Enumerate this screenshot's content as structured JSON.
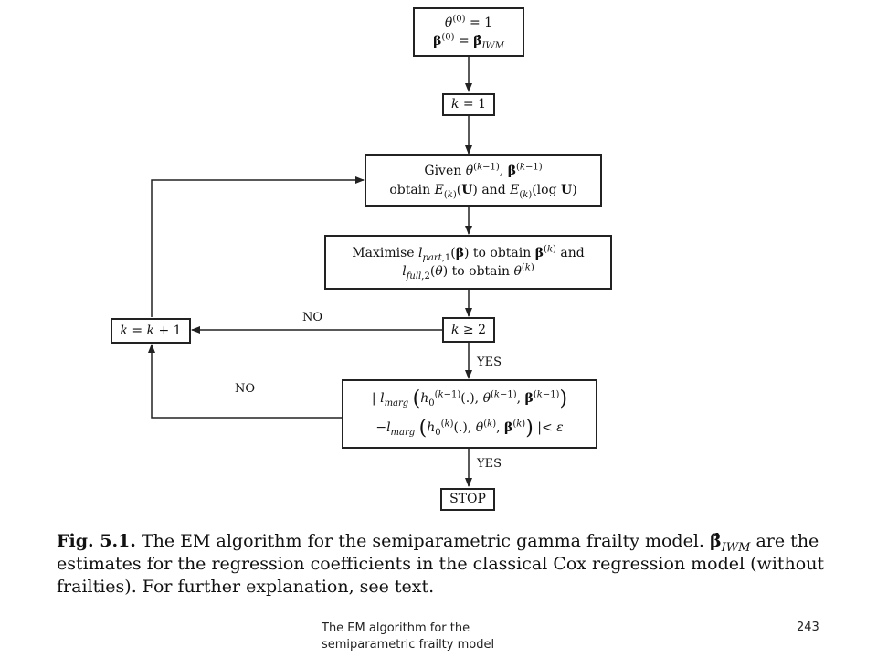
{
  "diagram": {
    "nodes": {
      "init": {
        "line1": "θ(0) = 1",
        "line2": "β(0) = β̂IWM"
      },
      "k_init": {
        "text": "k = 1"
      },
      "estep": {
        "line1": "Given θ(k−1), β(k−1)",
        "line2": "obtain E(k)(U) and E(k)(log U)"
      },
      "mstep": {
        "line1": "Maximise lpart,1(β) to obtain β(k) and",
        "line2": "lfull,2(θ) to obtain θ(k)"
      },
      "k_check": {
        "text": "k ≥ 2"
      },
      "k_incr": {
        "text": "k = k + 1"
      },
      "conv": {
        "line1": "| lmarg ( h0(k−1)(.), θ(k−1), β(k−1) )",
        "line2": "−lmarg ( h0(k)(.), θ(k), β(k) ) |< ε"
      },
      "stop": {
        "text": "STOP"
      }
    },
    "edge_labels": {
      "no_1": "NO",
      "yes_1": "YES",
      "no_2": "NO",
      "yes_2": "YES"
    },
    "line_color": "#222222"
  },
  "caption": {
    "fig_label": "Fig. 5.1.",
    "text_a": "The EM algorithm for the semiparametric gamma frailty model.",
    "beta_hat": "β̂",
    "beta_hat_sub": "IWM",
    "text_b": "are the estimates for the regression coefficients in the classical Cox regression model (without frailties). For further explanation, see text."
  },
  "footer": {
    "title": "The EM algorithm for the semiparametric frailty model",
    "page_number": "243"
  }
}
